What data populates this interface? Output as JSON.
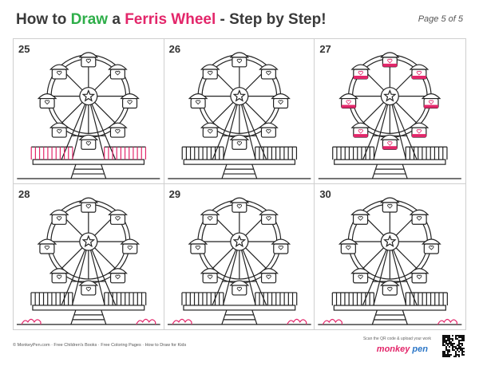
{
  "header": {
    "title_parts": [
      "How to ",
      "Draw",
      " a ",
      "Ferris Wheel",
      " - Step by Step!"
    ],
    "page": "Page 5 of 5"
  },
  "steps": [
    {
      "number": "25",
      "red_fence": true,
      "red_cabins": false,
      "red_bushes": false
    },
    {
      "number": "26",
      "red_fence": false,
      "red_cabins": false,
      "red_bushes": false
    },
    {
      "number": "27",
      "red_fence": false,
      "red_cabins": true,
      "red_bushes": false
    },
    {
      "number": "28",
      "red_fence": false,
      "red_cabins": false,
      "red_bushes": true
    },
    {
      "number": "29",
      "red_fence": false,
      "red_cabins": false,
      "red_bushes": true
    },
    {
      "number": "30",
      "red_fence": false,
      "red_cabins": false,
      "red_bushes": true
    }
  ],
  "footer": {
    "links": "© MonkeyPen.com  · Free Children's Books  · Free Coloring Pages  · How to Draw for Kids",
    "qr_note": "Scan the QR code & upload your work",
    "logo_a": "monkey",
    "logo_b": " pen"
  },
  "colors": {
    "accent_red": "#e3266a",
    "accent_green": "#2eae49",
    "line": "#222222"
  },
  "icons": [
    "star-icon",
    "heart-icon",
    "qr-code-icon"
  ]
}
